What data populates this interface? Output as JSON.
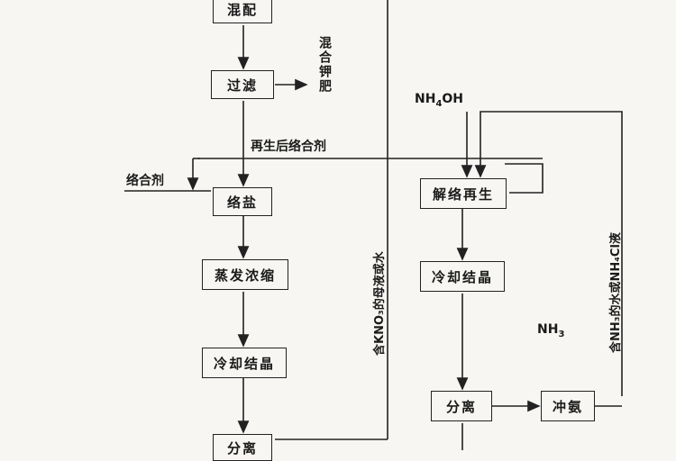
{
  "boxes": {
    "mix": "混配",
    "filter": "过滤",
    "complex": "络盐",
    "evaporate": "蒸发浓缩",
    "cool_left": "冷却结晶",
    "separate_left": "分离",
    "decomplex": "解络再生",
    "cool_right": "冷却结晶",
    "separate_right": "分离",
    "ammonia_flush": "冲氨"
  },
  "labels": {
    "mixed_fertilizer": "混合钾肥",
    "regen_agent": "再生后络合剂",
    "complex_agent": "络合剂",
    "nh4oh": "NH",
    "nh4oh_sub": "4",
    "nh4oh_tail": "OH",
    "kno3_mother": "含KNO₃的母液或水",
    "nh3": "NH",
    "nh3_sub": "3",
    "nh3_nh4cl": "含NH₃的水或NH₄Cl液"
  }
}
